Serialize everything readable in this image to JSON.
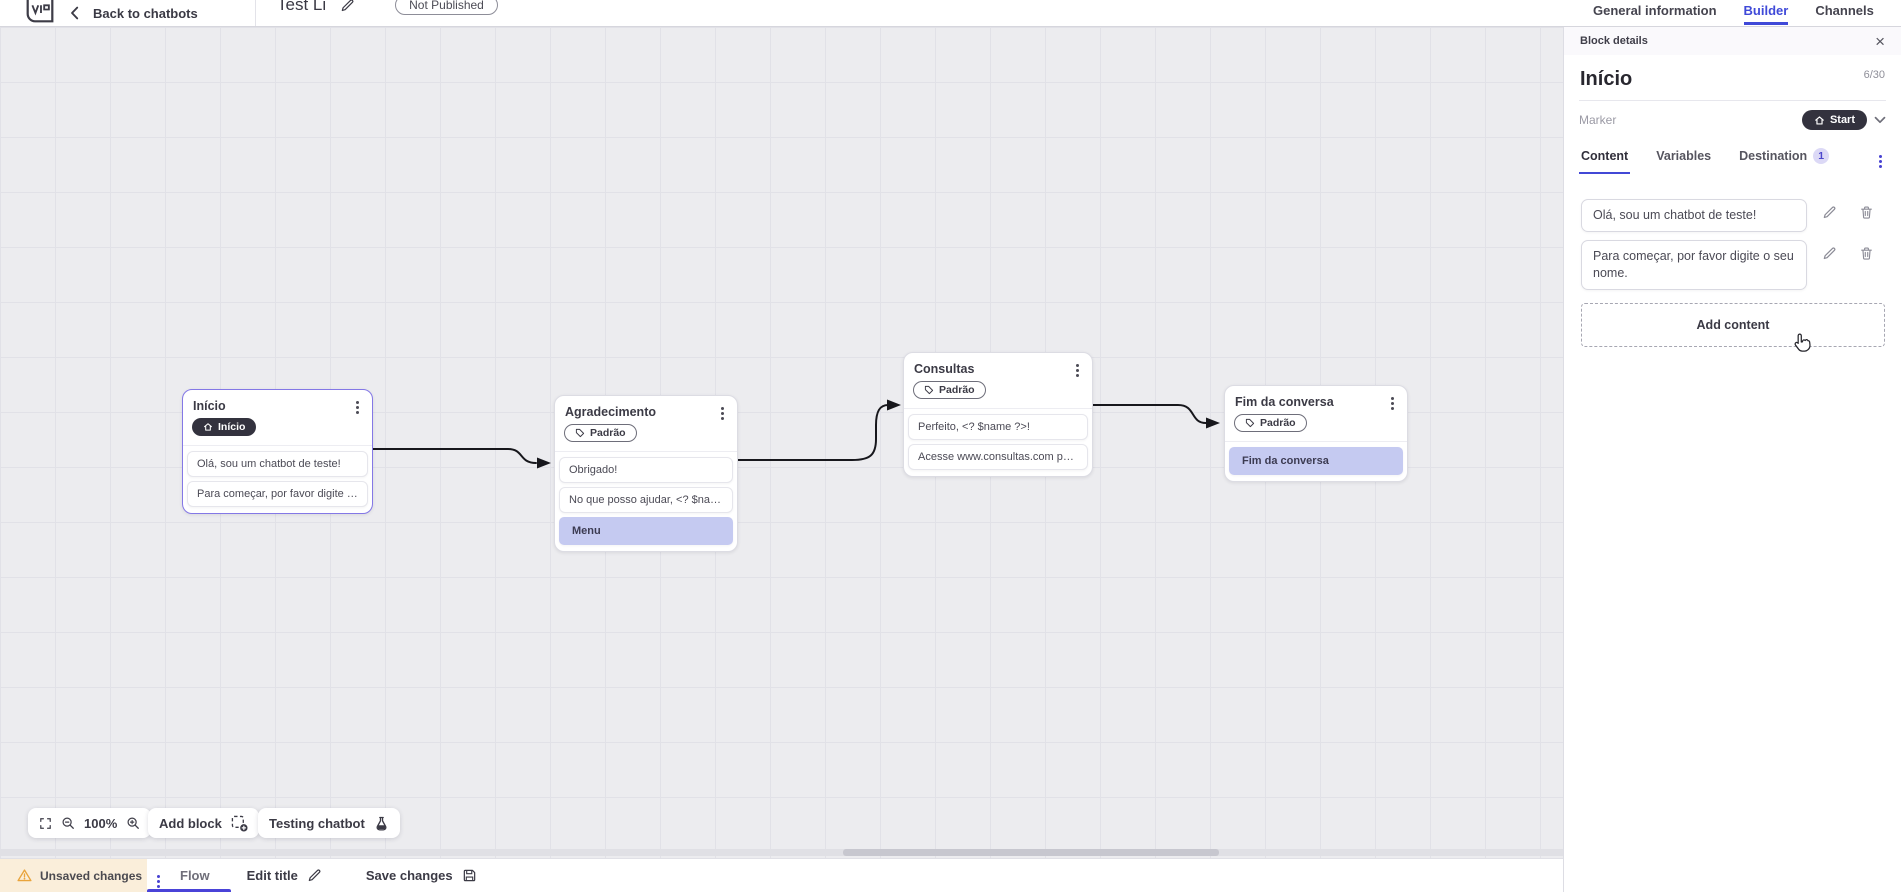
{
  "colors": {
    "accent_blue": "#3f49d8",
    "underline_blue": "#4a43d8",
    "dark_pill": "#33323e",
    "highlight_row": "#c5caf1",
    "selected_block_border": "#8478e6",
    "destination_badge_bg": "#dcd9f6",
    "warning_bg": "#faeeda",
    "warning_icon": "#e9a43c"
  },
  "topbar": {
    "back_label": "Back to chatbots",
    "title": "Test Li",
    "status_badge": "Not Published",
    "tabs": [
      {
        "label": "General information",
        "active": false
      },
      {
        "label": "Builder",
        "active": true
      },
      {
        "label": "Channels",
        "active": false
      }
    ]
  },
  "panel": {
    "header": "Block details",
    "block_name": "Início",
    "char_counter": "6/30",
    "marker_label": "Marker",
    "marker_value": "Start",
    "tabs": [
      {
        "label": "Content",
        "active": true
      },
      {
        "label": "Variables",
        "active": false
      },
      {
        "label": "Destination",
        "active": false,
        "badge": "1"
      }
    ],
    "contents": [
      "Olá, sou um chatbot de teste!",
      "Para começar, por favor digite o seu nome."
    ],
    "add_content_label": "Add content"
  },
  "canvas": {
    "blocks": [
      {
        "title": "Início",
        "marker": {
          "label": "Início",
          "style": "start"
        },
        "selected": true,
        "rows": [
          {
            "text": "Olá, sou um chatbot de teste!"
          },
          {
            "text": "Para começar, por favor digite o ..."
          }
        ]
      },
      {
        "title": "Agradecimento",
        "marker": {
          "label": "Padrão",
          "style": "default"
        },
        "selected": false,
        "rows": [
          {
            "text": "Obrigado!"
          },
          {
            "text": "No que posso ajudar, <? $name ..."
          },
          {
            "text": "Menu",
            "highlight": true
          }
        ]
      },
      {
        "title": "Consultas",
        "marker": {
          "label": "Padrão",
          "style": "default"
        },
        "selected": false,
        "rows": [
          {
            "text": "Perfeito, <? $name ?>!"
          },
          {
            "text": "Acesse www.consultas.com par..."
          }
        ]
      },
      {
        "title": "Fim da conversa",
        "marker": {
          "label": "Padrão",
          "style": "default"
        },
        "selected": false,
        "rows": [
          {
            "text": "Fim da conversa",
            "highlight": true
          }
        ]
      }
    ],
    "controls": {
      "zoom_level": "100%",
      "add_block_label": "Add block",
      "testing_label": "Testing chatbot"
    }
  },
  "bottombar": {
    "unsaved_label": "Unsaved changes",
    "flow_tab": "Flow",
    "edit_title_label": "Edit title",
    "save_label": "Save changes"
  }
}
